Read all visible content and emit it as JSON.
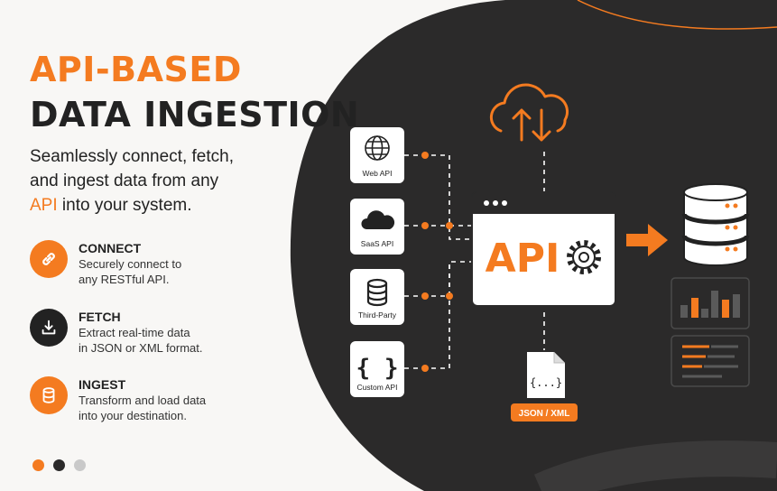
{
  "title": {
    "line1": "API-BASED",
    "line2": "DATA INGESTION"
  },
  "subtitle": {
    "part1": "Seamlessly connect, fetch, and ingest data from any ",
    "accent": "API",
    "part2": " into your system."
  },
  "features": [
    {
      "icon": "link-icon",
      "title": "CONNECT",
      "line1": "Securely connect to",
      "line2": "any RESTful API."
    },
    {
      "icon": "download-icon",
      "title": "FETCH",
      "line1": "Extract real-time data",
      "line2": "in JSON or XML format."
    },
    {
      "icon": "database-icon",
      "title": "INGEST",
      "line1": "Transform and load data",
      "line2": "into your destination."
    }
  ],
  "sources": [
    {
      "icon": "globe-icon",
      "label": "Web API"
    },
    {
      "icon": "cloud-icon",
      "label": "SaaS API"
    },
    {
      "icon": "database-icon",
      "label": "Third-Party"
    },
    {
      "icon": "braces-icon",
      "label": "Custom API"
    }
  ],
  "hub": {
    "label": "API",
    "icon": "gear-icon"
  },
  "format": {
    "glyph": "{...}",
    "label": "JSON / XML"
  },
  "colors": {
    "accent": "#f47b20",
    "dark": "#2b2a2a",
    "bg": "#f8f7f5"
  }
}
